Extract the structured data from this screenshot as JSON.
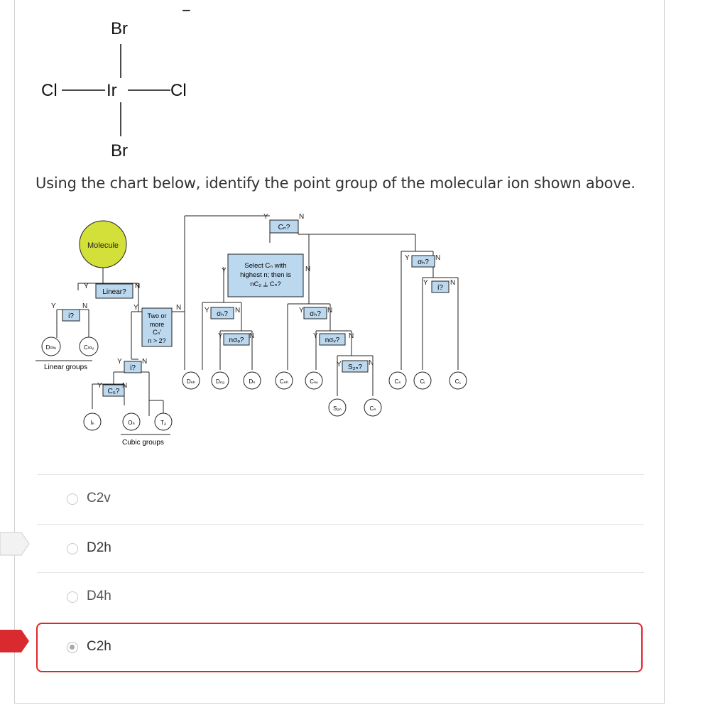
{
  "molecule": {
    "center": "Ir",
    "top": "Br",
    "bottom": "Br",
    "left": "Cl",
    "right": "Cl",
    "charge": "−"
  },
  "question": {
    "prompt": "Using the chart below, identify the point group of the molecular ion shown above."
  },
  "flowchart": {
    "molecule": "Molecule",
    "linear": "Linear?",
    "yes": "Y",
    "no": "N",
    "inv": "i?",
    "two_or_more": [
      "Two or",
      "more",
      "Cₙ′",
      "n > 2?"
    ],
    "cn": "Cₙ?",
    "select": [
      "Select Cₙ with",
      "highest n; then is",
      "nC₂ ⟂ Cₙ?"
    ],
    "sigma_h": "σₕ?",
    "sigma_d": "nσₔ?",
    "sigma_v": "nσᵥ?",
    "s2n": "S₂ₙ?",
    "c5": "C₅?",
    "linear_groups": "Linear groups",
    "cubic_groups": "Cubic groups",
    "groups": {
      "dinfh": "D∞ₕ",
      "cinfv": "C∞ᵥ",
      "ih": "Iₕ",
      "oh": "Oₕ",
      "td": "Tₔ",
      "dnh": "Dₙₕ",
      "dnd": "Dₙₔ",
      "dn": "Dₙ",
      "cnh": "Cₙₕ",
      "cnv": "Cₙᵥ",
      "s2n": "S₂ₙ",
      "cn": "Cₙ",
      "cs": "Cₛ",
      "ci": "Cᵢ",
      "c1": "C₁"
    }
  },
  "options": [
    {
      "label": "C2v",
      "selected": false
    },
    {
      "label": "D2h",
      "selected": false
    },
    {
      "label": "D4h",
      "selected": false
    },
    {
      "label": "C2h",
      "selected": true
    }
  ],
  "colors": {
    "accent_red": "#e0262a",
    "molecule_node": "#d3e03a",
    "question_box": "#bcd8ee"
  }
}
